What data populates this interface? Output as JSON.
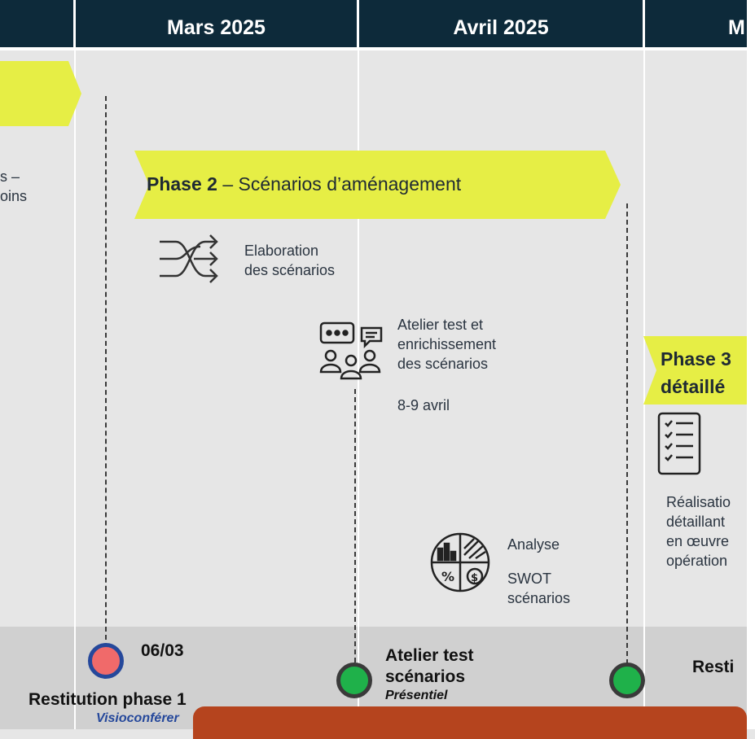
{
  "header": {
    "months": [
      "Mars 2025",
      "Avril 2025",
      "M"
    ]
  },
  "phase1": {
    "text_line1": "s –",
    "text_line2": "oins"
  },
  "phase2": {
    "title_bold": "Phase 2",
    "title_rest": "– Scénarios d’aménagement",
    "steps": [
      {
        "lines": [
          "Elaboration",
          "des scénarios"
        ]
      },
      {
        "lines": [
          "Atelier test et",
          "enrichissement",
          "des scénarios"
        ],
        "date": "8-9 avril"
      },
      {
        "lines": [
          "Analyse",
          "SWOT",
          "scénarios"
        ]
      }
    ]
  },
  "phase3": {
    "title_line1": "Phase 3",
    "title_line2": "détaillé",
    "text_lines": [
      "Réalisatio",
      "détaillant",
      "en œuvre",
      "opération"
    ]
  },
  "milestones": [
    {
      "date": "06/03",
      "title": "Restitution phase 1",
      "mode": "Visioconférer",
      "color": "#f06a6a"
    },
    {
      "title_lines": [
        "Atelier test",
        "scénarios"
      ],
      "mode": "Présentiel",
      "color": "#1fb14a"
    },
    {
      "color": "#1fb14a"
    },
    {
      "title": "Resti"
    }
  ],
  "colors": {
    "header_bg": "#0d2a3a",
    "chevron": "#e6ee45",
    "background": "#e6e6e6",
    "bottom_band": "#d0d0d0",
    "popup": "#b5441e"
  }
}
